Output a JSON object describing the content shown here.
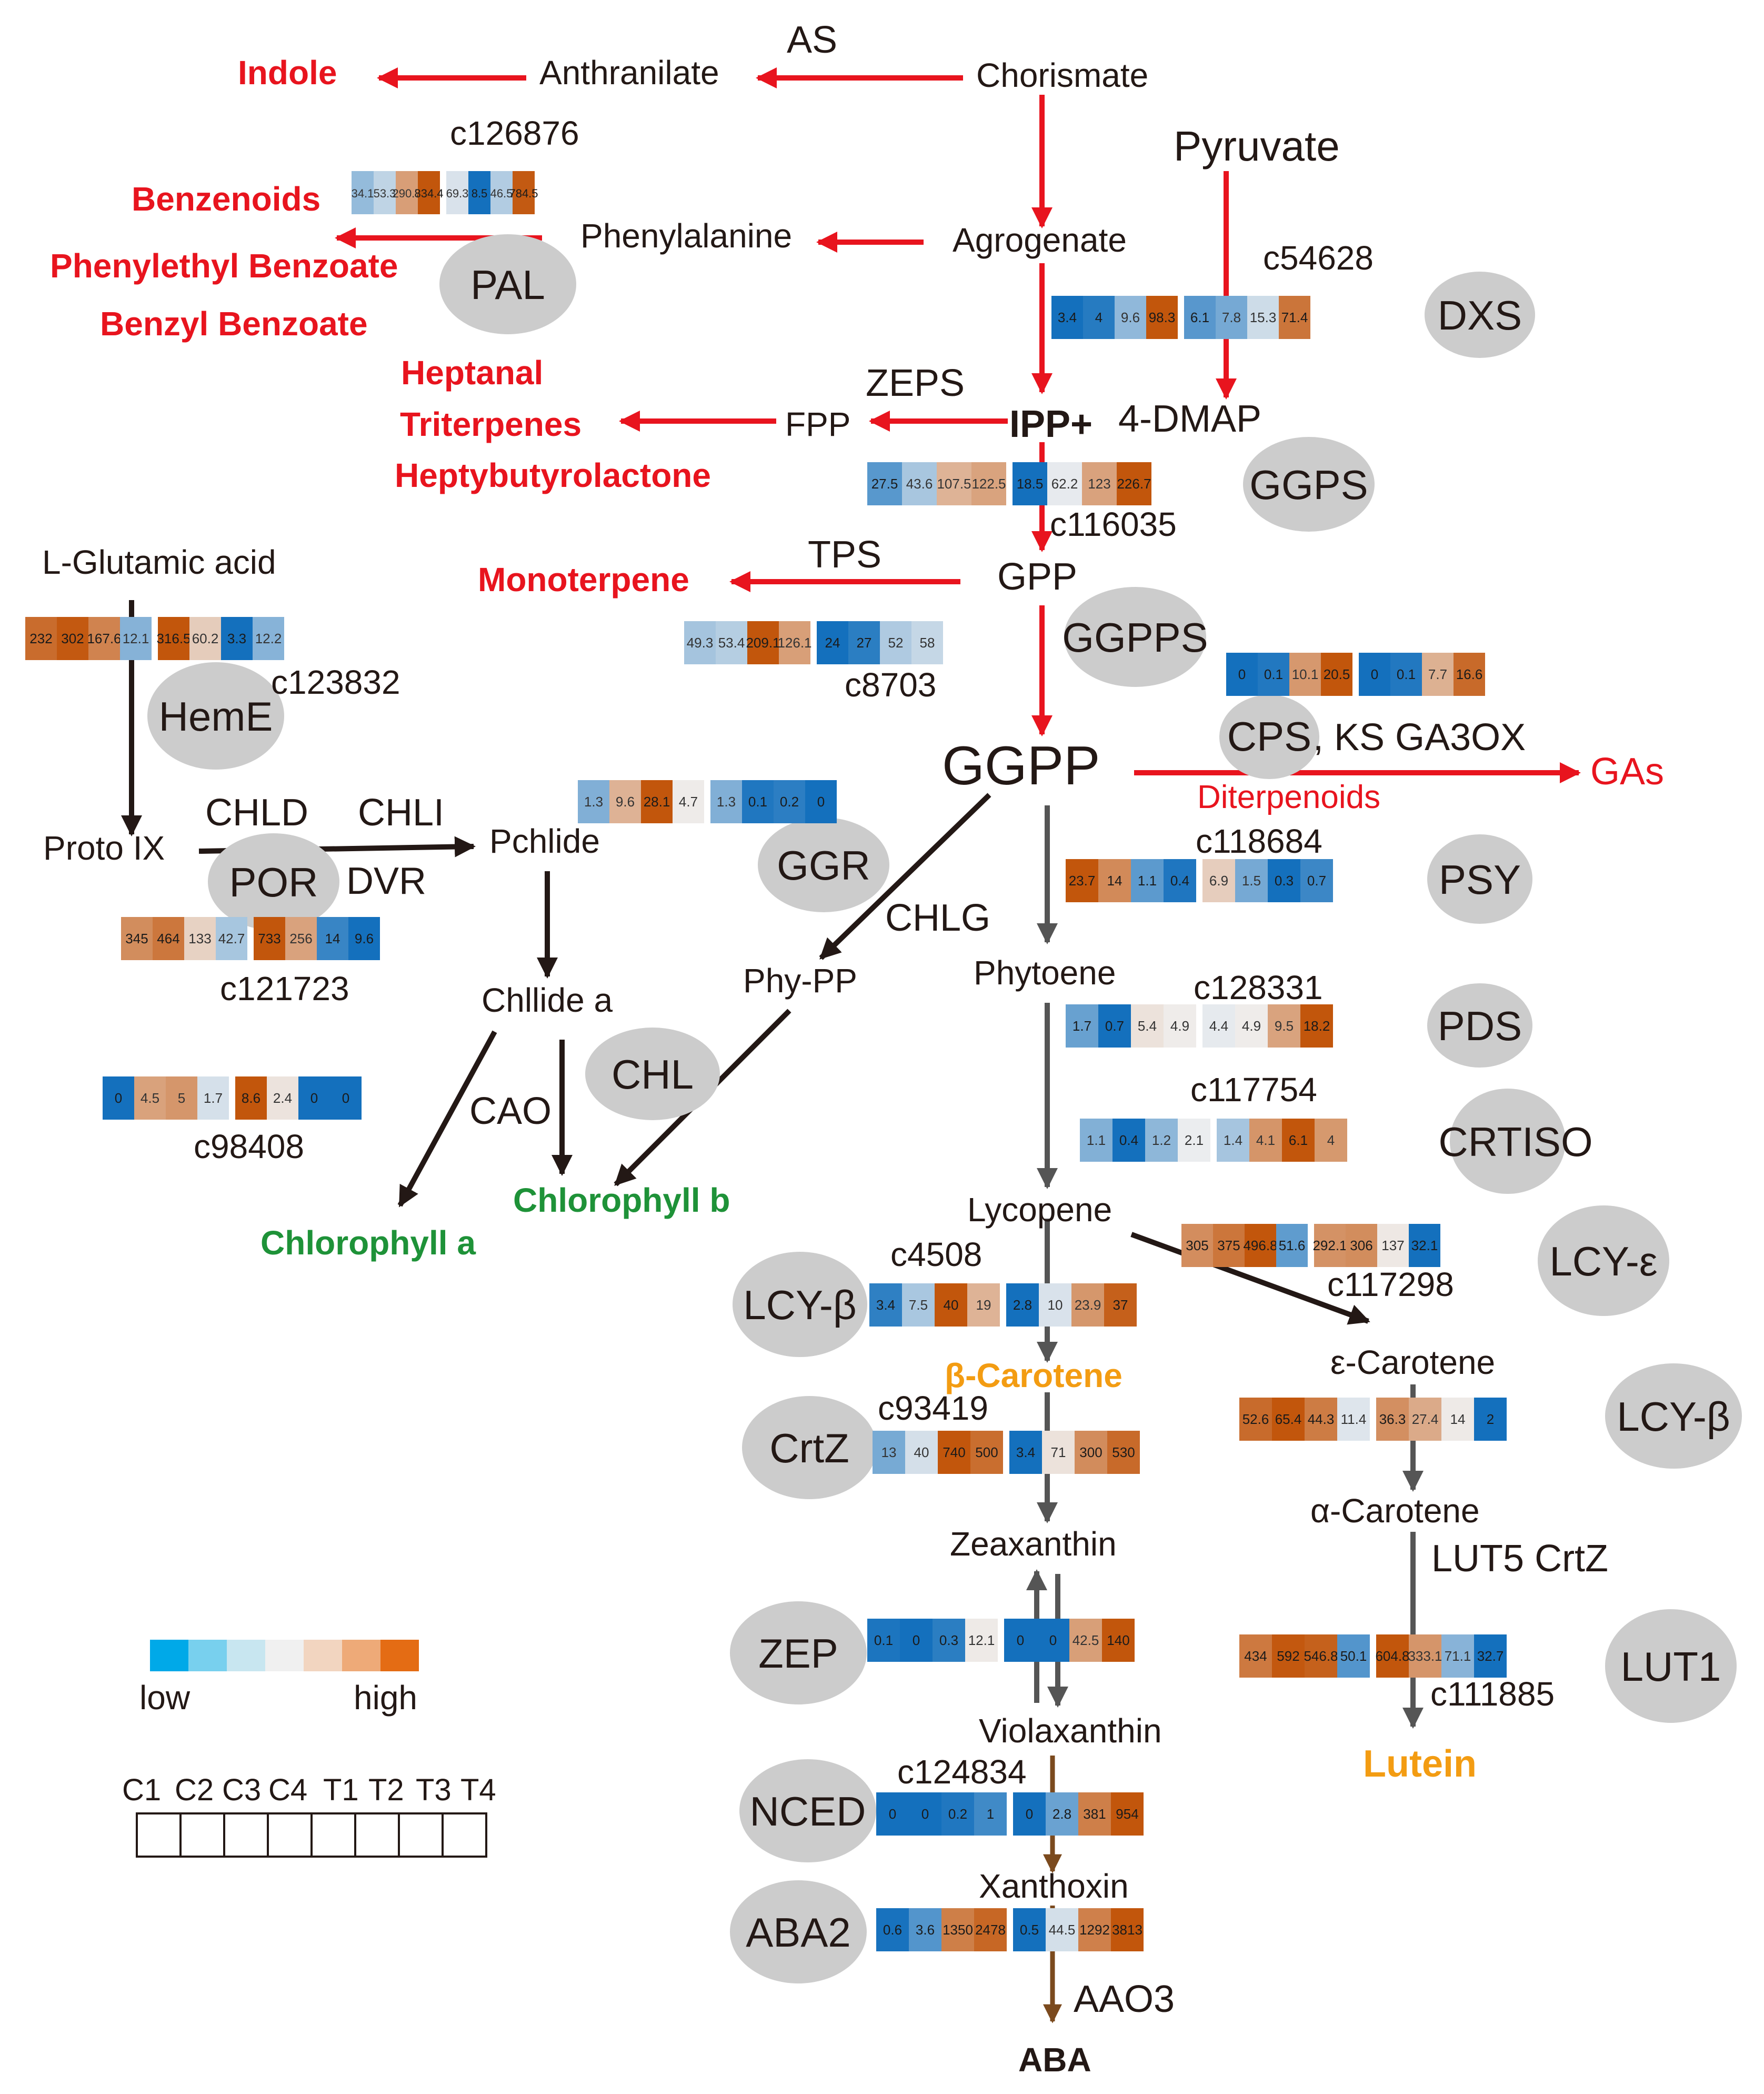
{
  "colors": {
    "red": "#e8141e",
    "black": "#231815",
    "grey": "#555555",
    "brown": "#7b4a1e",
    "green": "#1e9238",
    "orange": "#f39c12",
    "ellipse": "#cccccc",
    "heat_low": "#1470bd",
    "heat_high": "#c2560c"
  },
  "compounds": {
    "indole": "Indole",
    "anthranilate": "Anthranilate",
    "as": "AS",
    "chorismate": "Chorismate",
    "pyruvate": "Pyruvate",
    "benzenoids": "Benzenoids",
    "phenylethyl_benzoate": "Phenylethyl Benzoate",
    "benzyl_benzoate": "Benzyl Benzoate",
    "phenylalanine": "Phenylalanine",
    "agrogenate": "Agrogenate",
    "heptanal": "Heptanal",
    "triterpenes": "Triterpenes",
    "heptybutyrolactone": "Heptybutyrolactone",
    "zeps": "ZEPS",
    "fpp": "FPP",
    "ipp": "IPP+",
    "dmap": "4-DMAP",
    "l_glutamic": "L-Glutamic acid",
    "monoterpene": "Monoterpene",
    "tps": "TPS",
    "gpp": "GPP",
    "ggpp": "GGPP",
    "ks_ga3ox": ", KS  GA3OX",
    "gas": "GAs",
    "diterpenoids": "Diterpenoids",
    "proto_ix": "Proto IX",
    "chld": "CHLD",
    "chli": "CHLI",
    "dvr": "DVR",
    "pchlide": "Pchlide",
    "chlg": "CHLG",
    "phy_pp": "Phy-PP",
    "phytoene": "Phytoene",
    "chllide_a": "Chllide a",
    "cao": "CAO",
    "chlorophyll_a": "Chlorophyll a",
    "chlorophyll_b": "Chlorophyll b",
    "lycopene": "Lycopene",
    "b_carotene": "β-Carotene",
    "e_carotene": "ε-Carotene",
    "a_carotene": "α-Carotene",
    "lut5_crtz": "LUT5 CrtZ",
    "zeaxanthin": "Zeaxanthin",
    "violaxanthin": "Violaxanthin",
    "lutein": "Lutein",
    "xanthoxin": "Xanthoxin",
    "aao3": "AAO3",
    "aba": "ABA"
  },
  "enzymes": {
    "pal": "PAL",
    "dxs": "DXS",
    "ggps": "GGPS",
    "ggpps": "GGPPS",
    "heme": "HemE",
    "cps": "CPS",
    "por": "POR",
    "ggr": "GGR",
    "psy": "PSY",
    "chl": "CHL",
    "pds": "PDS",
    "crtiso": "CRTISO",
    "lcy_e": "LCY-ε",
    "lcy_b1": "LCY-β",
    "lcy_b2": "LCY-β",
    "crtz": "CrtZ",
    "zep": "ZEP",
    "lut1": "LUT1",
    "nced": "NCED",
    "aba2": "ABA2"
  },
  "gene_ids": {
    "c126876": "c126876",
    "c54628": "c54628",
    "c116035": "c116035",
    "c123832": "c123832",
    "c8703": "c8703",
    "c118684": "c118684",
    "c121723": "c121723",
    "c128331": "c128331",
    "c117754": "c117754",
    "c98408": "c98408",
    "c4508": "c4508",
    "c117298": "c117298",
    "c93419": "c93419",
    "c111885": "c111885",
    "c124834": "c124834"
  },
  "heatmaps": {
    "pal": [
      34.1,
      53.3,
      290.7,
      834.4,
      69.3,
      8.5,
      46.5,
      784.5
    ],
    "dxs": [
      3.4,
      4,
      9.6,
      98.3,
      6.1,
      7.8,
      15.3,
      71.4
    ],
    "ggps": [
      27.5,
      43.6,
      107.5,
      122.5,
      18.5,
      62.2,
      123,
      226.7
    ],
    "heme": [
      232,
      302,
      167.6,
      12.1,
      316.5,
      60.2,
      3.3,
      12.2
    ],
    "ggpps": [
      49.3,
      53.4,
      209.1,
      126.1,
      24,
      27,
      52,
      58
    ],
    "cps": [
      0,
      0.1,
      10.1,
      20.5,
      0,
      0.1,
      7.7,
      16.6
    ],
    "ggr": [
      1.3,
      9.6,
      28.1,
      4.7,
      1.3,
      0.1,
      0.2,
      0
    ],
    "psy": [
      23.7,
      14,
      1.1,
      0.4,
      6.9,
      1.5,
      0.3,
      0.7
    ],
    "por": [
      345,
      464,
      133,
      42.7,
      733,
      256,
      14,
      9.6
    ],
    "pds": [
      1.7,
      0.7,
      5.4,
      4.9,
      4.4,
      4.9,
      9.5,
      18.2
    ],
    "crtiso": [
      1.1,
      0.4,
      1.2,
      2.1,
      1.4,
      4.1,
      6.1,
      4
    ],
    "chl": [
      0,
      4.5,
      5,
      1.7,
      8.6,
      2.4,
      0,
      0
    ],
    "lcy_e": [
      305,
      375,
      496.8,
      51.6,
      292.1,
      306,
      137,
      32.1
    ],
    "lcy_b1": [
      3.4,
      7.5,
      40,
      19,
      2.8,
      10,
      23.9,
      37
    ],
    "lcy_b2": [
      52.6,
      65.4,
      44.3,
      11.4,
      36.3,
      27.4,
      14,
      2
    ],
    "crtz": [
      13,
      40,
      740,
      500,
      3.4,
      71,
      300,
      530
    ],
    "zep": [
      0.1,
      0,
      0.3,
      12.1,
      0,
      0,
      42.5,
      140
    ],
    "lut1": [
      434,
      592,
      546.8,
      50.1,
      604.8,
      333.1,
      71.1,
      32.7
    ],
    "nced": [
      0,
      0,
      0.2,
      1,
      0,
      2.8,
      381,
      954
    ],
    "aba2": [
      0.6,
      3.6,
      1350,
      2478,
      0.5,
      44.5,
      1292,
      3813
    ]
  },
  "legend": {
    "low": "low",
    "high": "high",
    "scale_colors": [
      "#00a9e8",
      "#78d0ee",
      "#c8e6f0",
      "#f0f0f0",
      "#f2d5c0",
      "#eeaa78",
      "#e46c14"
    ],
    "samples": [
      "C1",
      "C2",
      "C3",
      "C4",
      "T1",
      "T2",
      "T3",
      "T4"
    ]
  }
}
